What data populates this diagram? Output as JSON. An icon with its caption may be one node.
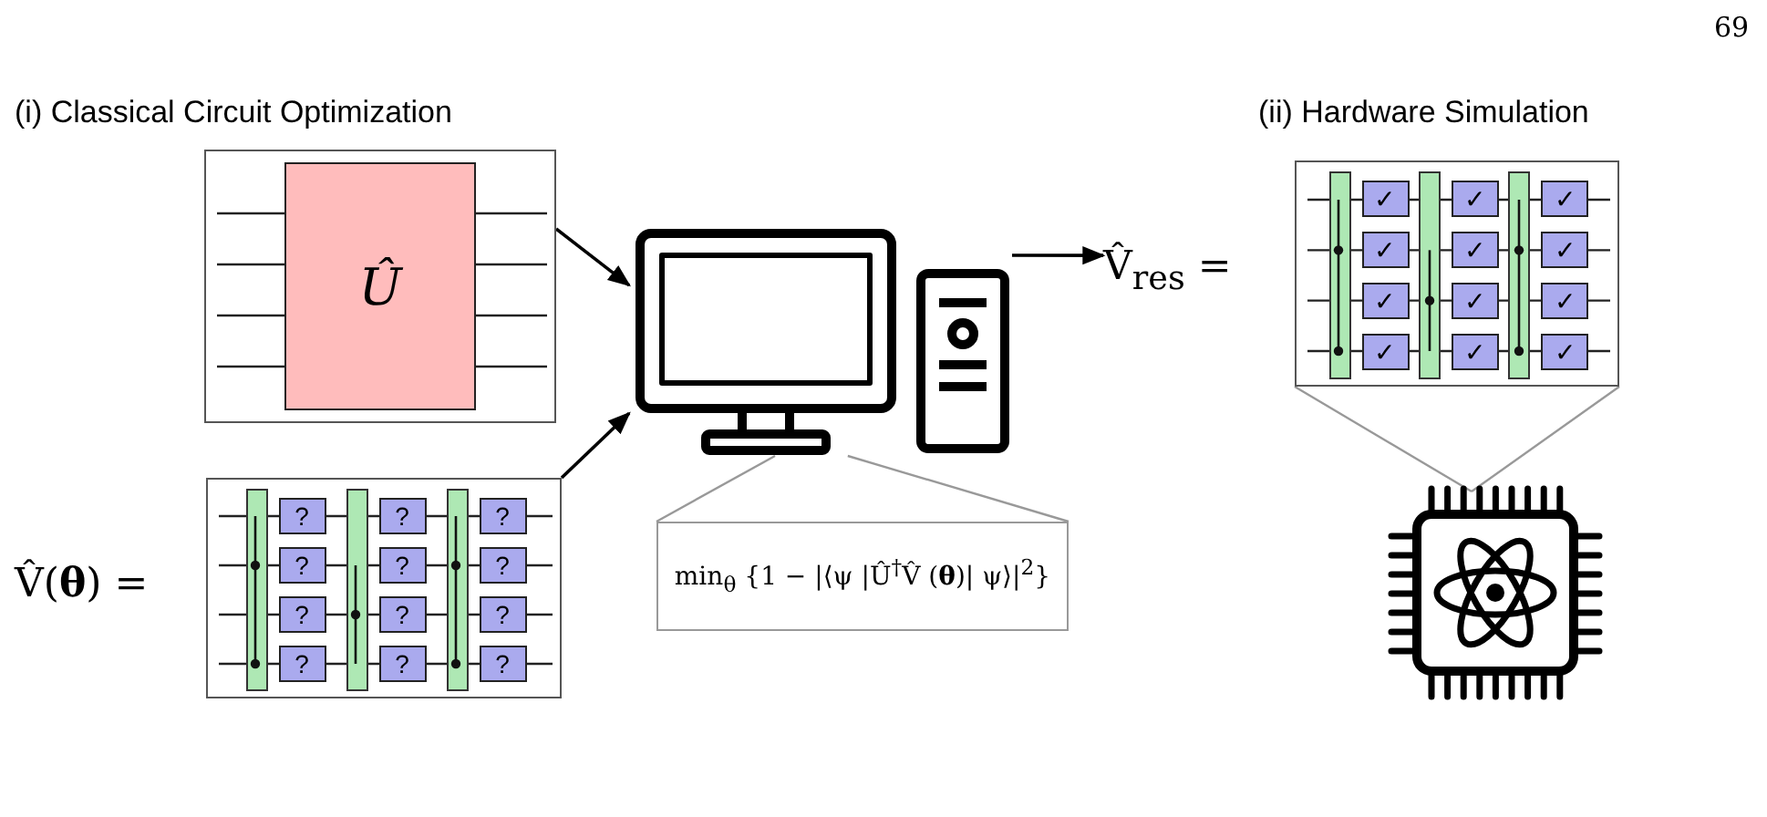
{
  "diagram": {
    "nodes": [
      {
        "text": [],
        "shape": "box"
      },
      {
        "text": [
          "Û"
        ],
        "in": 0
      },
      {
        "text": [],
        "shape": "box",
        "beside": [
          "V̂(**θ**) ="
        ]
      },
      {
        "text": [],
        "shape": "bar",
        "in": 2
      },
      {
        "text": [
          "?"
        ],
        "in": 2
      },
      {
        "text": [
          "?"
        ],
        "in": 2
      },
      {
        "text": [
          "?"
        ],
        "in": 2
      },
      {
        "text": [
          "?"
        ],
        "in": 2
      },
      {
        "text": [],
        "shape": "bar",
        "in": 2
      },
      {
        "text": [
          "?"
        ],
        "in": 2
      },
      {
        "text": [
          "?"
        ],
        "in": 2
      },
      {
        "text": [
          "?"
        ],
        "in": 2
      },
      {
        "text": [
          "?"
        ],
        "in": 2
      },
      {
        "text": [],
        "shape": "bar",
        "in": 2
      },
      {
        "text": [
          "?"
        ],
        "in": 2
      },
      {
        "text": [
          "?"
        ],
        "in": 2
      },
      {
        "text": [
          "?"
        ],
        "in": 2
      },
      {
        "text": [
          "?"
        ],
        "in": 2
      },
      {
        "text": [],
        "shape": "computer"
      },
      {
        "text": [
          "min$_{θ}$ {1 − |⟨ψ |Û$^{†}$V̂ (**θ**)| ψ⟩|$^{2}$}"
        ]
      },
      {
        "text": [],
        "shape": "box",
        "beside": [
          "V̂$_{res}$ ="
        ]
      },
      {
        "text": [],
        "shape": "bar",
        "in": 20
      },
      {
        "text": [
          "✓"
        ],
        "in": 20
      },
      {
        "text": [
          "✓"
        ],
        "in": 20
      },
      {
        "text": [
          "✓"
        ],
        "in": 20
      },
      {
        "text": [
          "✓"
        ],
        "in": 20
      },
      {
        "text": [],
        "shape": "bar",
        "in": 20
      },
      {
        "text": [
          "✓"
        ],
        "in": 20
      },
      {
        "text": [
          "✓"
        ],
        "in": 20
      },
      {
        "text": [
          "✓"
        ],
        "in": 20
      },
      {
        "text": [
          "✓"
        ],
        "in": 20
      },
      {
        "text": [],
        "shape": "bar",
        "in": 20
      },
      {
        "text": [
          "✓"
        ],
        "in": 20
      },
      {
        "text": [
          "✓"
        ],
        "in": 20
      },
      {
        "text": [
          "✓"
        ],
        "in": 20
      },
      {
        "text": [
          "✓"
        ],
        "in": 20
      },
      {
        "text": [],
        "shape": "chip"
      }
    ],
    "edges": [
      {
        "from": 0,
        "to": 18,
        "arrow": "to"
      },
      {
        "from": 2,
        "to": 18,
        "arrow": "to"
      },
      {
        "from": 18,
        "to": 19,
        "arrow": "none",
        "color": "#999999"
      },
      {
        "from": 18,
        "to": 20,
        "arrow": "to"
      },
      {
        "from": 20,
        "to": 36,
        "arrow": "none",
        "color": "#999999"
      }
    ],
    "labels": [
      "69",
      "(i) Classical Circuit Optimization",
      "(ii) Hardware Simulation"
    ]
  }
}
